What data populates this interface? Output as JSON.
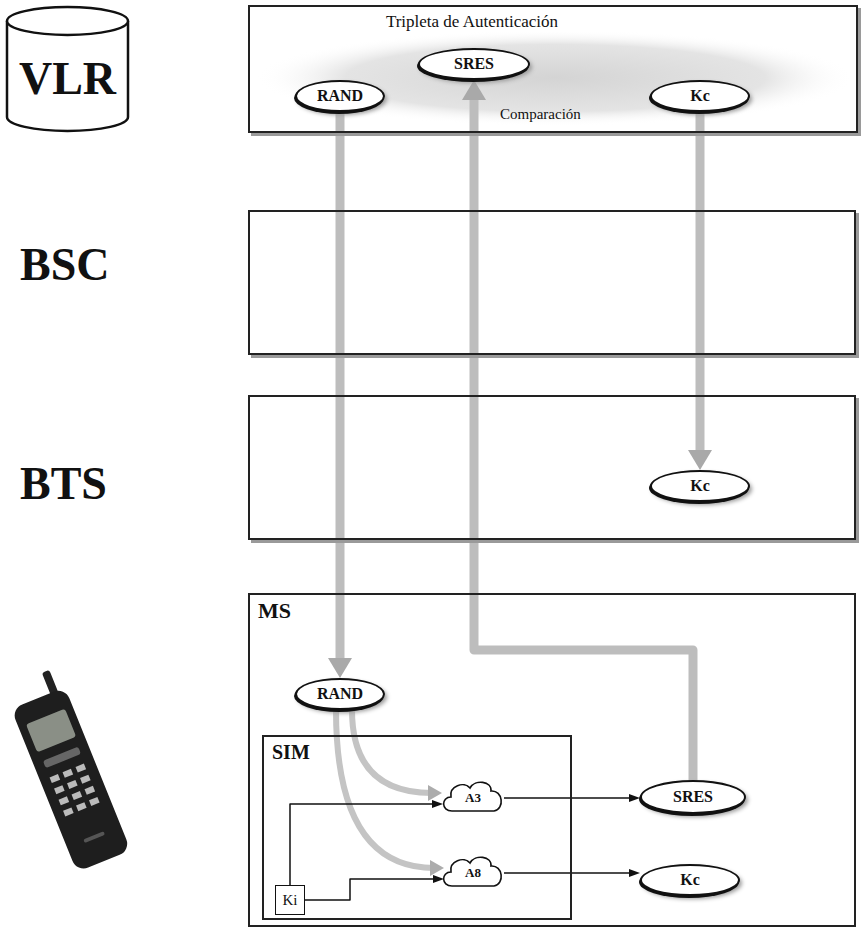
{
  "diagram": {
    "nodes": [
      {
        "text": [
          "VLR"
        ]
      },
      {
        "text": [
          "Tripleta de Autenticación"
        ]
      },
      {
        "text": [
          "RAND"
        ],
        "in": 1
      },
      {
        "text": [
          "SRES"
        ],
        "in": 1
      },
      {
        "text": [
          "Kc"
        ],
        "in": 1
      },
      {
        "text": [
          "BSC"
        ]
      },
      {
        "text": [
          "BTS"
        ]
      },
      {
        "text": [
          "Kc"
        ],
        "in": 6
      },
      {
        "text": [
          "MS"
        ]
      },
      {
        "text": [
          "RAND"
        ],
        "in": 8
      },
      {
        "text": [
          "SIM"
        ],
        "in": 8
      },
      {
        "text": [
          "Ki"
        ],
        "in": 10
      },
      {
        "text": [
          "A3"
        ],
        "in": 10
      },
      {
        "text": [
          "A8"
        ],
        "in": 10
      },
      {
        "text": [
          "SRES"
        ],
        "in": 8
      },
      {
        "text": [
          "Kc"
        ],
        "in": 8
      }
    ],
    "edges": [
      {
        "from": 2,
        "to": 9,
        "arrow": "to"
      },
      {
        "from": 4,
        "to": 7,
        "arrow": "to"
      },
      {
        "from": 14,
        "to": 3,
        "arrow": "to"
      },
      {
        "from": 9,
        "to": 12,
        "arrow": "to"
      },
      {
        "from": 9,
        "to": 13,
        "arrow": "to"
      },
      {
        "from": 11,
        "to": 12,
        "arrow": "to"
      },
      {
        "from": 11,
        "to": 13,
        "arrow": "to"
      },
      {
        "from": 12,
        "to": 14,
        "arrow": "to"
      },
      {
        "from": 13,
        "to": 15,
        "arrow": "to"
      }
    ],
    "labels": [
      "Comparación"
    ]
  }
}
